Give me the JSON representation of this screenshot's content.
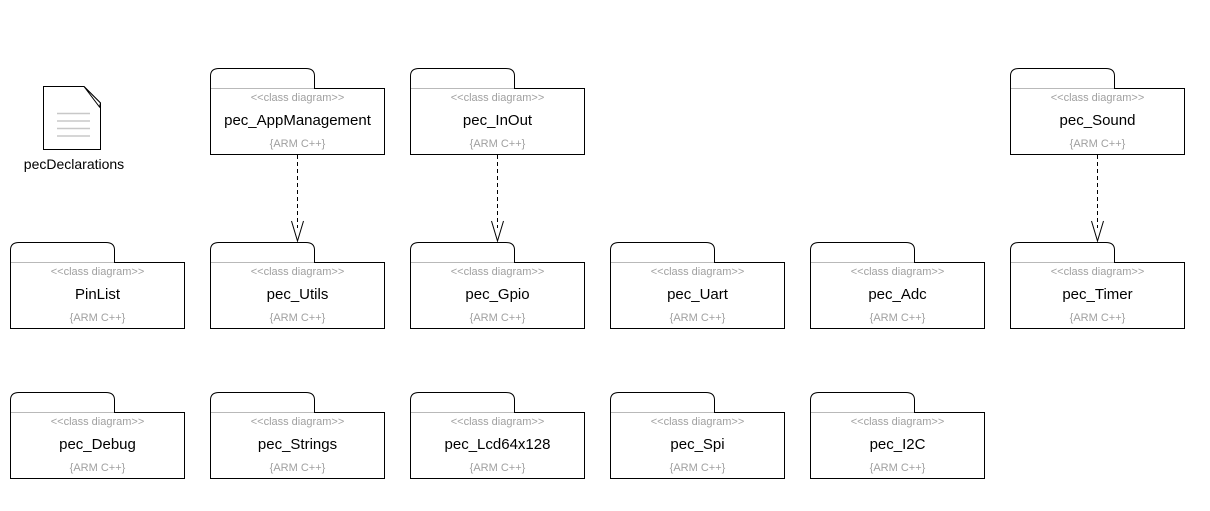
{
  "diagram": {
    "background_color": "#ffffff",
    "outline_color": "#000000",
    "separator_color": "#b9b9b9",
    "muted_text_color": "#a0a0a0",
    "kind": "UML package overview"
  },
  "artifact": {
    "label": "pecDeclarations",
    "icon": "document-icon",
    "line_color": "#c8c8c8"
  },
  "packages": [
    {
      "name": "pec_AppManagement",
      "stereotype": "<<class diagram>>",
      "tag": "{ARM C++}"
    },
    {
      "name": "pec_InOut",
      "stereotype": "<<class diagram>>",
      "tag": "{ARM C++}"
    },
    {
      "name": "pec_Sound",
      "stereotype": "<<class diagram>>",
      "tag": "{ARM C++}"
    },
    {
      "name": "PinList",
      "stereotype": "<<class diagram>>",
      "tag": "{ARM C++}"
    },
    {
      "name": "pec_Utils",
      "stereotype": "<<class diagram>>",
      "tag": "{ARM C++}"
    },
    {
      "name": "pec_Gpio",
      "stereotype": "<<class diagram>>",
      "tag": "{ARM C++}"
    },
    {
      "name": "pec_Uart",
      "stereotype": "<<class diagram>>",
      "tag": "{ARM C++}"
    },
    {
      "name": "pec_Adc",
      "stereotype": "<<class diagram>>",
      "tag": "{ARM C++}"
    },
    {
      "name": "pec_Timer",
      "stereotype": "<<class diagram>>",
      "tag": "{ARM C++}"
    },
    {
      "name": "pec_Debug",
      "stereotype": "<<class diagram>>",
      "tag": "{ARM C++}"
    },
    {
      "name": "pec_Strings",
      "stereotype": "<<class diagram>>",
      "tag": "{ARM C++}"
    },
    {
      "name": "pec_Lcd64x128",
      "stereotype": "<<class diagram>>",
      "tag": "{ARM C++}"
    },
    {
      "name": "pec_Spi",
      "stereotype": "<<class diagram>>",
      "tag": "{ARM C++}"
    },
    {
      "name": "pec_I2C",
      "stereotype": "<<class diagram>>",
      "tag": "{ARM C++}"
    }
  ],
  "dependencies": [
    {
      "from": "pec_AppManagement",
      "to": "pec_Utils"
    },
    {
      "from": "pec_InOut",
      "to": "pec_Gpio"
    },
    {
      "from": "pec_Sound",
      "to": "pec_Timer"
    }
  ]
}
